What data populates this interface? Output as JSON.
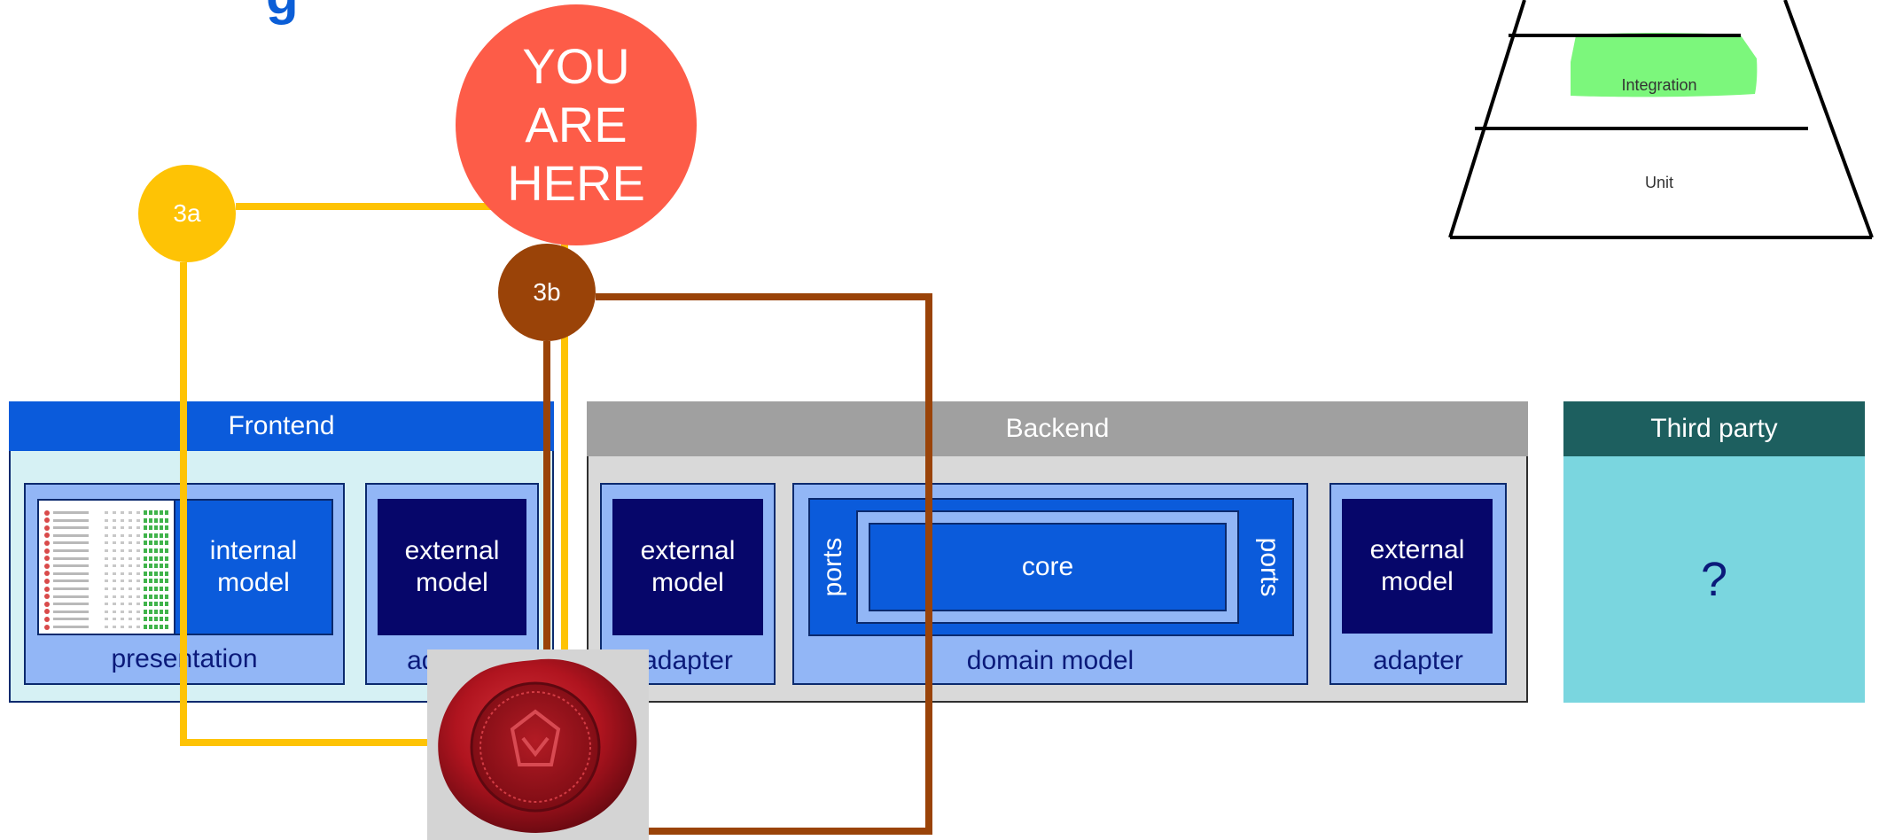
{
  "slide": {
    "title_fragment": "g"
  },
  "frontend": {
    "header": "Frontend",
    "presentation": {
      "inner_label": "internal\nmodel",
      "label": "presentation"
    },
    "adapter": {
      "inner_label": "external\nmodel",
      "label": "adapter"
    }
  },
  "backend": {
    "header": "Backend",
    "adapter_left": {
      "inner_label": "external\nmodel",
      "label": "adapter"
    },
    "domain_model": {
      "core_label": "core",
      "ports_left": "ports",
      "ports_right": "ports",
      "label": "domain model"
    },
    "adapter_right": {
      "inner_label": "external\nmodel",
      "label": "adapter"
    }
  },
  "third_party": {
    "header": "Third party",
    "content": "?"
  },
  "markers": {
    "you_are_here": "YOU\nARE\nHERE",
    "step_3a": "3a",
    "step_3b": "3b"
  },
  "pyramid": {
    "middle_label": "Integration",
    "bottom_label": "Unit",
    "highlight_color": "#7cf77c"
  },
  "colors": {
    "frontend_header": "#0b5bdb",
    "backend_header": "#a0a0a0",
    "third_party_header": "#1d5f5f",
    "path_3a": "#fec305",
    "path_3b": "#9a4308",
    "you_are_here": "#fd5c48"
  }
}
